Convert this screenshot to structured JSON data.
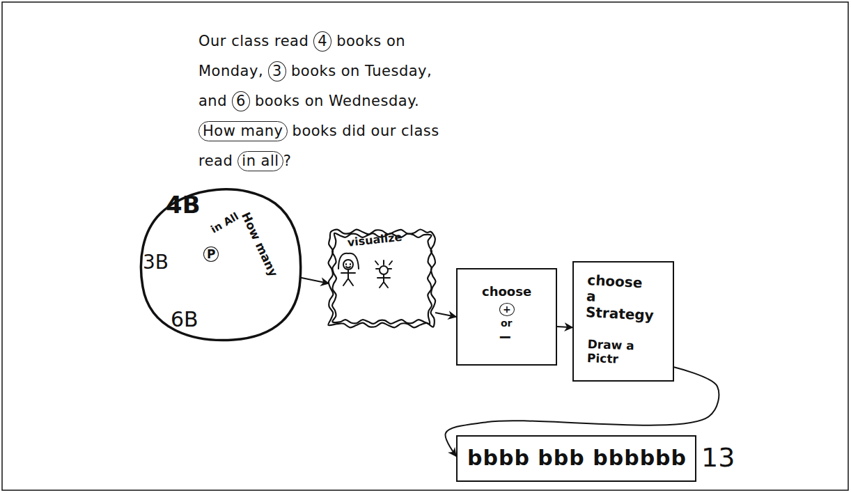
{
  "diagram": {
    "nodes": [
      {
        "text": [
          "4B",
          "in All",
          "How many",
          "3B",
          "P",
          "6B"
        ]
      },
      {
        "text": [
          "visualize"
        ]
      },
      {
        "text": [
          "choose",
          "+",
          "or",
          "−"
        ]
      },
      {
        "text": [
          "choose a Strategy",
          "Draw a Pictr"
        ]
      },
      {
        "text": [
          "bbbb bbb bbbbbb",
          "13"
        ]
      }
    ],
    "edges": [
      {
        "from": 0,
        "to": 1,
        "arrow": "to"
      },
      {
        "from": 1,
        "to": 2,
        "arrow": "to"
      },
      {
        "from": 2,
        "to": 3,
        "arrow": "to"
      },
      {
        "from": 3,
        "to": 4,
        "arrow": "to"
      }
    ],
    "labels": [
      "Our class read",
      "4",
      "books on",
      "Monday,",
      "3",
      "books on Tuesday,",
      "and",
      "6",
      "books on Wednesday.",
      "How many",
      "books did our class",
      "read",
      "in all",
      "?"
    ]
  }
}
